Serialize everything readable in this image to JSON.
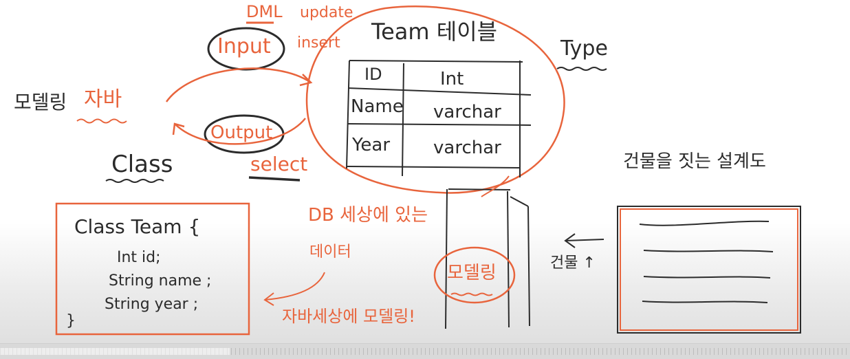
{
  "board": {
    "modeling_label": "모델링",
    "java_label": "자바",
    "input_label": "Input",
    "output_label": "Output",
    "dml_label": "DML",
    "update_label": "update",
    "insert_label": "insert",
    "select_label": "select",
    "table_title": "Team 테이블",
    "type_label": "Type",
    "table_rows": [
      {
        "field": "ID",
        "type": "Int"
      },
      {
        "field": "Name",
        "type": "varchar"
      },
      {
        "field": "Year",
        "type": "varchar"
      }
    ],
    "class_label": "Class",
    "class_code": [
      "Class Team {",
      "Int id;",
      "String name ;",
      "String year ;",
      "}"
    ],
    "db_note_line1": "DB 세상에 있는",
    "db_note_line2": "데이터",
    "java_world_note": "자바세상에 모델링!",
    "blueprint_label": "건물을 짓는  설계도",
    "building_label": "건물 ↑",
    "modeling_circle_label": "모델링",
    "colors": {
      "red_ink": "#e8643c",
      "black_ink": "#2b2b2b"
    }
  },
  "ruler": {
    "progress_fraction": 0.27
  }
}
